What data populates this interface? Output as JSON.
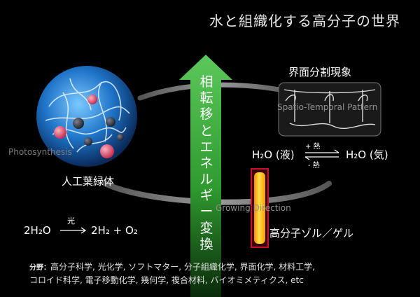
{
  "title": "水と組織化する高分子の世界",
  "arrow_text": "相転移とエネルギー変換",
  "left": {
    "photosynthesis_label": "Photosynthesis",
    "leaf_label": "人工葉緑体",
    "equation": {
      "reactant": "2H₂O",
      "catalyst": "光",
      "product": "2H₂ + O₂"
    }
  },
  "right": {
    "pattern_title": "界面分割現象",
    "pattern_subtitle": "Spatio-Temporal Pattern",
    "phase": {
      "left": "H₂O (液)",
      "right": "H₂O (気)",
      "forward": "+ 熱",
      "backward": "- 熱"
    },
    "growing_label": "Growing Direction",
    "gel_label": "高分子ゾル／ゲル"
  },
  "fields": {
    "label": "分野：",
    "line1": "高分子科学, 光化学, ソフトマター, 分子組織化学, 界面化学, 材料工学,",
    "line2": "コロイド科学, 電子移動化学, 幾何学, 複合材料, バイオミメティクス, etc"
  },
  "colors": {
    "arrow": "#3aa63a",
    "sphere": "#1e74c8",
    "gel": "#ffc800",
    "gel_border": "#c8102e"
  }
}
